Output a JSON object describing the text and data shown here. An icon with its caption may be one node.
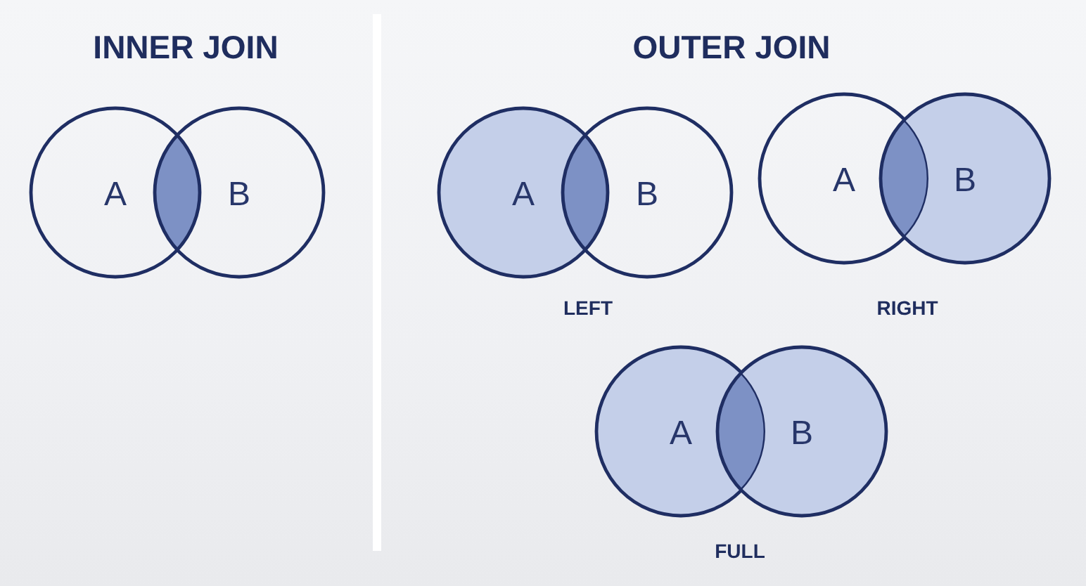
{
  "diagram": {
    "nodes": [
      {
        "text": [
          "A"
        ]
      },
      {
        "text": [],
        "shape": "lens"
      },
      {
        "text": [
          "B"
        ]
      },
      {
        "text": [
          "A"
        ]
      },
      {
        "text": [],
        "shape": "lens"
      },
      {
        "text": [
          "B"
        ]
      },
      {
        "text": [
          "A"
        ]
      },
      {
        "text": [],
        "shape": "lens"
      },
      {
        "text": [
          "B"
        ]
      },
      {
        "text": [
          "A"
        ]
      },
      {
        "text": [],
        "shape": "lens"
      },
      {
        "text": [
          "B"
        ]
      }
    ],
    "edges": [],
    "labels": [
      "INNER JOIN",
      "OUTER JOIN",
      "LEFT",
      "RIGHT",
      "FULL"
    ]
  }
}
